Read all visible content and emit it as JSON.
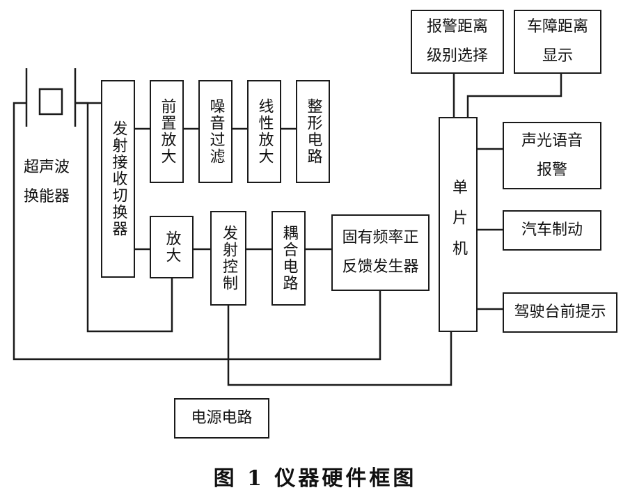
{
  "transducer": {
    "line1": "超声波",
    "line2": "换能器"
  },
  "switch_box": "发射接收切换器",
  "preamp": "前置放大",
  "noise_filter": "噪音过滤",
  "linear_amp": "线性放大",
  "shaping": "整形电路",
  "amp": "放大",
  "tx_control": "发射控制",
  "coupling": "耦合电路",
  "oscillator": {
    "line1": "固有频率正",
    "line2": "反馈发生器"
  },
  "mcu": "单片机",
  "alarm_select": {
    "line1": "报警距离",
    "line2": "级别选择"
  },
  "distance_display": {
    "line1": "车障距离",
    "line2": "显示"
  },
  "sound_light_alarm": {
    "line1": "声光语音",
    "line2": "报警"
  },
  "brake": "汽车制动",
  "dashboard_hint": "驾驶台前提示",
  "power": "电源电路",
  "caption": "图 1   仪器硬件框图"
}
